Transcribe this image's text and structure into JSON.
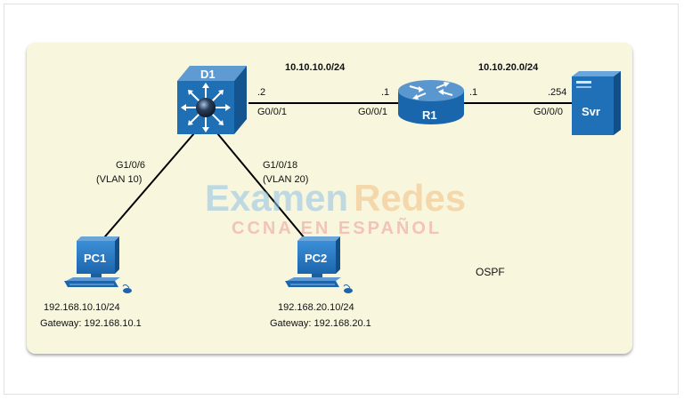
{
  "devices": {
    "d1": "D1",
    "r1": "R1",
    "svr": "Svr",
    "pc1": "PC1",
    "pc2": "PC2"
  },
  "networks": {
    "net_left": "10.10.10.0/24",
    "net_right": "10.10.20.0/24"
  },
  "interfaces": {
    "d1_addr": ".2",
    "d1_g001": "G0/0/1",
    "r1_left_addr": ".1",
    "r1_g001": "G0/0/1",
    "r1_right_addr": ".1",
    "svr_addr": ".254",
    "svr_g000": "G0/0/0",
    "d1_g106": "G1/0/6",
    "vlan10": "(VLAN 10)",
    "d1_g1018": "G1/0/18",
    "vlan20": "(VLAN 20)"
  },
  "hosts": {
    "pc1_ip": "192.168.10.10/24",
    "pc1_gw": "Gateway: 192.168.10.1",
    "pc2_ip": "192.168.20.10/24",
    "pc2_gw": "Gateway: 192.168.20.1"
  },
  "protocol": "OSPF",
  "watermark": {
    "line1a": "Examen",
    "line1b": "Redes",
    "line2": "CCNA EN ESPAÑOL"
  },
  "colors": {
    "canvas_bg": "#f8f6dc",
    "device_blue": "#1e72b8",
    "device_dark": "#0f4f86",
    "link": "#000000"
  }
}
